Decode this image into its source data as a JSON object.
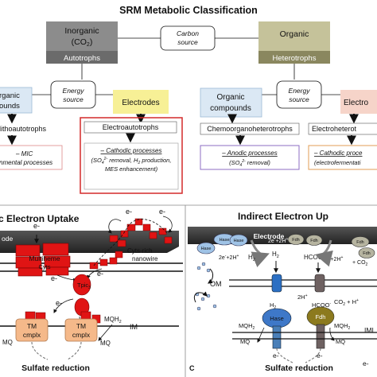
{
  "top": {
    "title": "SRM Metabolic Classification",
    "carbon_source": [
      "Carbon",
      "source"
    ],
    "inorganic": {
      "title": "Inorganic",
      "formula_main": "(CO",
      "formula_sub": "2",
      "formula_end": ")",
      "group": "Autotrophs"
    },
    "organic": {
      "title": "Organic",
      "group": "Heterotrophs"
    },
    "energy_source": [
      "Energy",
      "source"
    ],
    "left_partial_box": [
      "rganic",
      "ounds"
    ],
    "left_electrodes": "Electrodes",
    "left_class_partial": "lithoautotrophs",
    "left_class_full": "Electroautotrophs",
    "left_mic_lines": [
      "– MIC",
      "nmental processes"
    ],
    "left_cathodic_title": "– Cathodic processes",
    "left_cathodic_l2_a": "(SO",
    "left_cathodic_l2_sup": "4",
    "left_cathodic_l2_sup2": "2-",
    "left_cathodic_l2_b": " removal, H",
    "left_cathodic_l2_sub": "2",
    "left_cathodic_l2_c": " production,",
    "left_cathodic_l3": "MES enhancement)",
    "right_organic_compounds": [
      "Organic",
      "compounds"
    ],
    "right_electrodes_partial": "Electro",
    "right_class_left": "Chemoorganoheterotrophs",
    "right_class_right_partial": "Electroheterot",
    "right_anodic_title": "– Anodic processes",
    "right_anodic_l2_a": "(SO",
    "right_anodic_l2_sub": "4",
    "right_anodic_l2_sup": "2-",
    "right_anodic_l2_b": " removal)",
    "right_cathodic_title_partial": "– Cathodic proce",
    "right_cathodic_l2_partial": "(electrofermentati"
  },
  "direct": {
    "title_partial": "c Electron Uptake",
    "electrode_partial": "ode",
    "multiheme": [
      "Multiheme",
      "Cyts"
    ],
    "nanowire": [
      "Cyts-rich",
      "nanowire"
    ],
    "eminus": "e-",
    "tpic": "Tpic",
    "tpic_sub": "3",
    "tm": [
      "TM",
      "cmplx"
    ],
    "mqh2_main": "MQH",
    "mqh2_sub": "2",
    "mq": "MQ",
    "im": "IM",
    "sulfate": "Sulfate reduction"
  },
  "indirect": {
    "title_partial": "Indirect Electron Up",
    "electrode": "Electrode",
    "hase": "Hase",
    "fdh": "Fdh",
    "reaction_h_a": "2e",
    "reaction_h_b": "+2H",
    "plus": "+",
    "minus": "-",
    "h2_main": "H",
    "h2_sub": "2",
    "hcoo": "HCOO",
    "co2_plus": "+ CO",
    "co2_sub": "2",
    "om": "OM",
    "two_h": "2H",
    "hcoo_co2_h": "CO",
    "mqh2_main": "MQH",
    "mqh2_sub": "2",
    "mq": "MQ",
    "im": "IMI",
    "eminus": "e-",
    "sulfate": "Sulfate reduction",
    "panel_letter": "C"
  }
}
